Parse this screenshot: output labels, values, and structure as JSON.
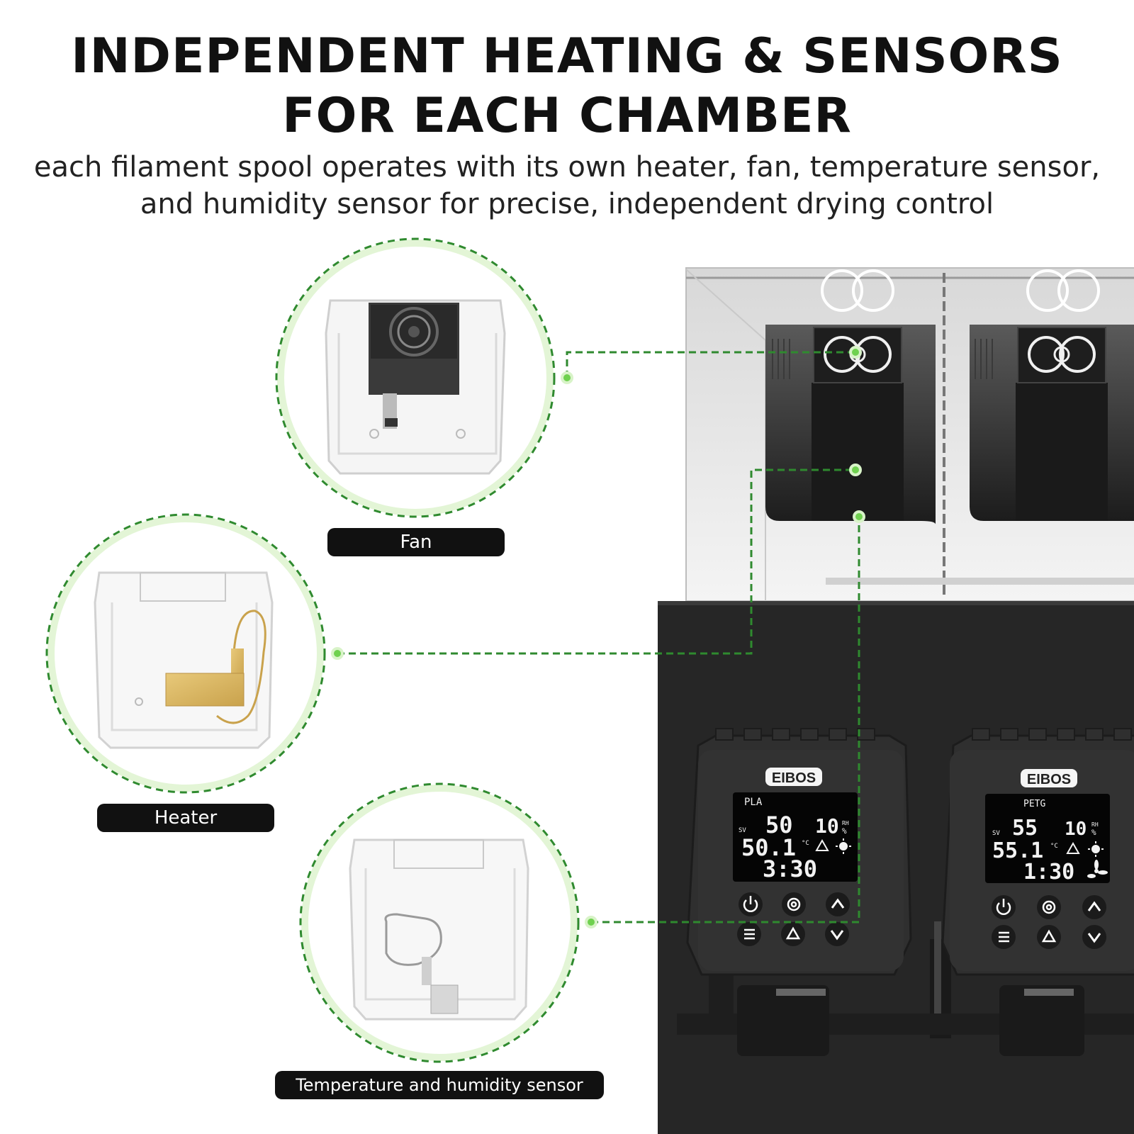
{
  "headline": {
    "line1": "INDEPENDENT HEATING & SENSORS",
    "line2": "FOR EACH CHAMBER"
  },
  "subheadline": {
    "line1": "each filament spool operates with its own heater, fan, temperature sensor,",
    "line2": "and humidity sensor for precise, independent drying control"
  },
  "callouts": {
    "fan": "Fan",
    "heater": "Heater",
    "sensor": "Temperature and humidity sensor"
  },
  "panels": {
    "left": {
      "brand": "EIBOS",
      "material": "PLA",
      "sv_label": "SV",
      "set_temp": "50",
      "humidity": "10",
      "rh_unit": "RH",
      "pct_unit": "%",
      "current_temp": "50.1",
      "temp_unit": "°C",
      "time": "3:30"
    },
    "right": {
      "brand": "EIBOS",
      "material": "PETG",
      "sv_label": "SV",
      "set_temp": "55",
      "humidity": "10",
      "rh_unit": "RH",
      "pct_unit": "%",
      "current_temp": "55.1",
      "temp_unit": "°C",
      "time": "1:30"
    }
  },
  "colors": {
    "accent_green": "#2f8a2f",
    "halo_green": "#e3f5d6",
    "dot_green": "#6fd14f",
    "device_dark": "#2d2d2d",
    "label_bg": "#111111"
  },
  "icons": [
    "power-icon",
    "gear-icon",
    "up-arrow-icon",
    "menu-icon",
    "recycle-icon",
    "down-arrow-icon",
    "sun-icon",
    "fan-icon"
  ]
}
